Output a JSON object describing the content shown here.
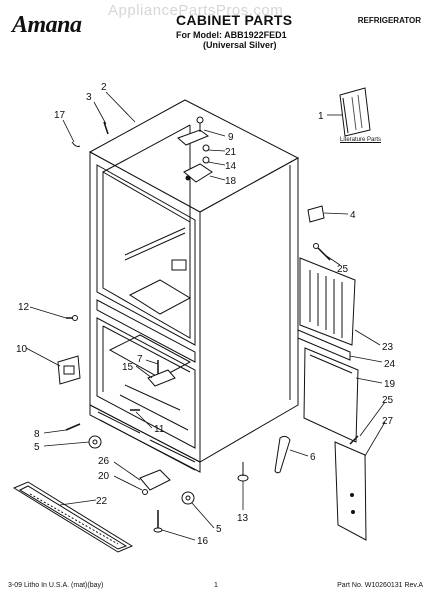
{
  "header": {
    "brand": "Amana",
    "watermark": "AppliancePartsPros.com",
    "title": "CABINET PARTS",
    "model_line": "For Model: ABB1922FED1",
    "variant_line": "(Universal Silver)",
    "product_type": "REFRIGERATOR"
  },
  "literature_label": "Literature Parts",
  "footer": {
    "left": "3-09 Litho In U.S.A. (mat)(bay)",
    "center": "1",
    "right": "Part No. W10260131 Rev.A"
  },
  "callouts": [
    "2",
    "3",
    "17",
    "9",
    "21",
    "14",
    "18",
    "1",
    "4",
    "25",
    "12",
    "23",
    "24",
    "10",
    "7",
    "15",
    "19",
    "11",
    "25",
    "27",
    "8",
    "5",
    "6",
    "26",
    "20",
    "22",
    "13",
    "5",
    "16"
  ],
  "colors": {
    "ink": "#111111",
    "background": "#ffffff",
    "watermark": "#d6d6d6"
  }
}
